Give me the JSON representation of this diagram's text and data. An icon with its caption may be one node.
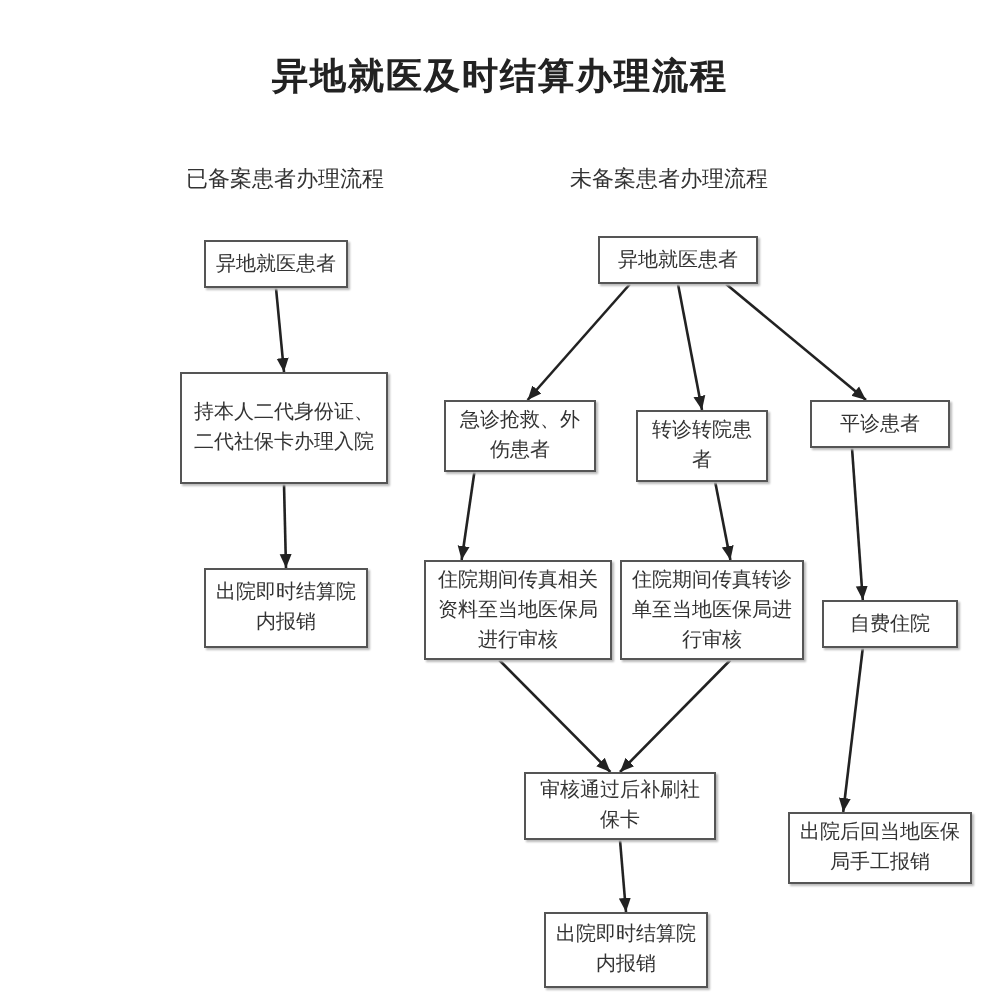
{
  "diagram": {
    "title": "异地就医及时结算办理流程",
    "nodes": [
      {
        "text": [
          "异地就医患者"
        ]
      },
      {
        "text": [
          "持本人二代身份证、二代社保卡办理入院"
        ]
      },
      {
        "text": [
          "出院即时结算院内报销"
        ]
      },
      {
        "text": [
          "异地就医患者"
        ]
      },
      {
        "text": [
          "急诊抢救、外伤患者"
        ]
      },
      {
        "text": [
          "转诊转院患者"
        ]
      },
      {
        "text": [
          "平诊患者"
        ]
      },
      {
        "text": [
          "住院期间传真相关资料至当地医保局进行审核"
        ]
      },
      {
        "text": [
          "住院期间传真转诊单至当地医保局进行审核"
        ]
      },
      {
        "text": [
          "自费住院"
        ]
      },
      {
        "text": [
          "审核通过后补刷社保卡"
        ]
      },
      {
        "text": [
          "出院即时结算院内报销"
        ]
      },
      {
        "text": [
          "出院后回当地医保局手工报销"
        ]
      }
    ],
    "edges": [
      {
        "from": 0,
        "to": 1,
        "arrow": "to"
      },
      {
        "from": 1,
        "to": 2,
        "arrow": "to"
      },
      {
        "from": 3,
        "to": 4,
        "arrow": "to"
      },
      {
        "from": 3,
        "to": 5,
        "arrow": "to"
      },
      {
        "from": 3,
        "to": 6,
        "arrow": "to"
      },
      {
        "from": 4,
        "to": 7,
        "arrow": "to"
      },
      {
        "from": 5,
        "to": 8,
        "arrow": "to"
      },
      {
        "from": 6,
        "to": 9,
        "arrow": "to"
      },
      {
        "from": 7,
        "to": 10,
        "arrow": "to"
      },
      {
        "from": 8,
        "to": 10,
        "arrow": "to"
      },
      {
        "from": 10,
        "to": 11,
        "arrow": "to"
      },
      {
        "from": 9,
        "to": 12,
        "arrow": "to"
      }
    ],
    "labels": [
      "已备案患者办理流程",
      "未备案患者办理流程"
    ]
  }
}
